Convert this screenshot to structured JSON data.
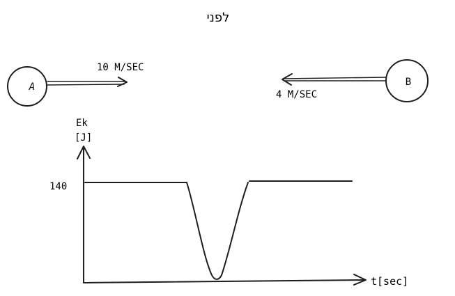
{
  "title": "לפני",
  "body_a": {
    "label": "A",
    "velocity": "10 M/SEC"
  },
  "body_b": {
    "label": "B",
    "velocity": "4 M/SEC"
  },
  "graph": {
    "y_axis_label_line1": "Ek",
    "y_axis_label_line2": "[J]",
    "x_axis_label": "t[sec]",
    "y_tick_label": "140"
  },
  "colors": {
    "ink": "#1e1e1e",
    "background": "#ffffff"
  }
}
